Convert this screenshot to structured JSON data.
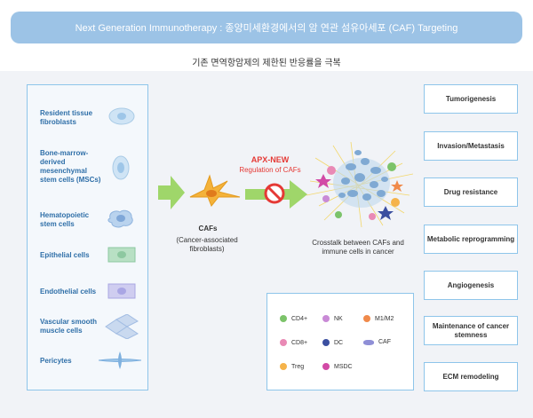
{
  "header": {
    "title": "Next Generation Immunotherapy : 종양미세환경에서의 암 연관 섬유아세포 (CAF) Targeting"
  },
  "subtitle": "기존 면역항암제의 제한된 반응률을 극복",
  "sources": [
    {
      "label": "Resident tissue fibroblasts"
    },
    {
      "label": "Bone-marrow-derived mesenchymal stem cells (MSCs)"
    },
    {
      "label": "Hematopoietic stem cells"
    },
    {
      "label": "Epithelial cells"
    },
    {
      "label": "Endothelial cells"
    },
    {
      "label": "Vascular smooth muscle cells"
    },
    {
      "label": "Pericytes"
    }
  ],
  "caf": {
    "title": "CAFs",
    "desc": "(Cancer-associated fibroblasts)"
  },
  "apx": {
    "title": "APX-NEW",
    "desc": "Regulation of CAFs"
  },
  "crosstalk": {
    "text": "Crosstalk between CAFs and immune cells in cancer"
  },
  "outcomes": [
    {
      "label": "Tumorigenesis"
    },
    {
      "label": "Invasion/Metastasis"
    },
    {
      "label": "Drug resistance"
    },
    {
      "label": "Metabolic reprogramming"
    },
    {
      "label": "Angiogenesis"
    },
    {
      "label": "Maintenance of cancer stemness"
    },
    {
      "label": "ECM remodeling"
    }
  ],
  "legend": [
    {
      "label": "CD4+",
      "color": "#7cc36a"
    },
    {
      "label": "NK",
      "color": "#c98ad6"
    },
    {
      "label": "M1/M2",
      "color": "#f08a4b"
    },
    {
      "label": "CD8+",
      "color": "#e98ab5"
    },
    {
      "label": "DC",
      "color": "#3b4fa0"
    },
    {
      "label": "CAF",
      "color": "#8f8fd6"
    },
    {
      "label": "Treg",
      "color": "#f5b34a"
    },
    {
      "label": "MSDC",
      "color": "#d24aa6"
    }
  ],
  "colors": {
    "banner": "#9cc3e6",
    "accent_red": "#e53935",
    "label_blue": "#2f6fa8",
    "box_border": "#8ec5ea"
  }
}
